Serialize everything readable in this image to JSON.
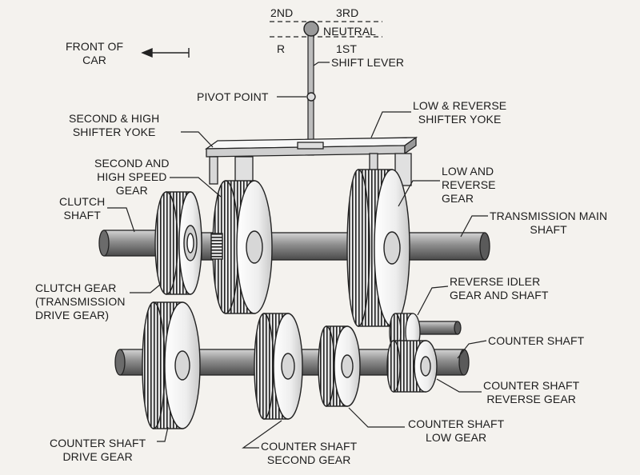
{
  "diagram": {
    "shift_pattern": {
      "second": "2ND",
      "third": "3RD",
      "neutral": "NEUTRAL",
      "reverse": "R",
      "first": "1ST"
    },
    "labels": {
      "front_of_car": [
        "FRONT OF",
        "CAR"
      ],
      "shift_lever": "SHIFT LEVER",
      "pivot_point": "PIVOT POINT",
      "second_high_shifter_yoke": [
        "SECOND & HIGH",
        "SHIFTER YOKE"
      ],
      "low_reverse_shifter_yoke": [
        "LOW & REVERSE",
        "SHIFTER YOKE"
      ],
      "second_high_speed_gear": [
        "SECOND AND",
        "HIGH SPEED",
        "GEAR"
      ],
      "low_reverse_gear": [
        "LOW AND",
        "REVERSE",
        "GEAR"
      ],
      "clutch_shaft": [
        "CLUTCH",
        "SHAFT"
      ],
      "transmission_main_shaft": [
        "TRANSMISSION MAIN",
        "SHAFT"
      ],
      "clutch_gear": [
        "CLUTCH GEAR",
        "(TRANSMISSION",
        "DRIVE GEAR)"
      ],
      "reverse_idler": [
        "REVERSE IDLER",
        "GEAR AND SHAFT"
      ],
      "counter_shaft": "COUNTER SHAFT",
      "counter_shaft_reverse_gear": [
        "COUNTER SHAFT",
        "REVERSE GEAR"
      ],
      "counter_shaft_low_gear": [
        "COUNTER SHAFT",
        "LOW GEAR"
      ],
      "counter_shaft_second_gear": [
        "COUNTER SHAFT",
        "SECOND GEAR"
      ],
      "counter_shaft_drive_gear": [
        "COUNTER SHAFT",
        "DRIVE GEAR"
      ]
    }
  }
}
